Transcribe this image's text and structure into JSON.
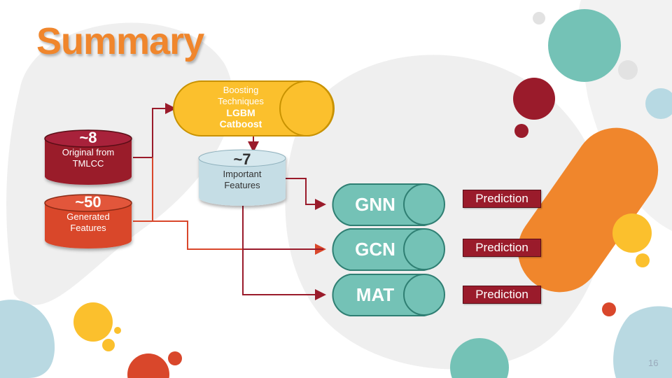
{
  "title": "Summary",
  "page_number": "16",
  "colors": {
    "title_orange": "#F0862C",
    "dark_red": "#9A1B2B",
    "orange_red": "#D9472B",
    "teal": "#74C2B6",
    "yellow": "#FBC02D",
    "light_blue": "#B7D9E3"
  },
  "sources": [
    {
      "count": "~8",
      "label_line1": "Original from",
      "label_line2": "TMLCC"
    },
    {
      "count": "~50",
      "label_line1": "Generated",
      "label_line2": "Features"
    }
  ],
  "boosting": {
    "line1": "Boosting",
    "line2": "Techniques",
    "method1": "LGBM",
    "method2": "Catboost"
  },
  "important": {
    "count": "~7",
    "label_line1": "Important",
    "label_line2": "Features"
  },
  "models": [
    {
      "name": "GNN",
      "output": "Prediction"
    },
    {
      "name": "GCN",
      "output": "Prediction"
    },
    {
      "name": "MAT",
      "output": "Prediction"
    }
  ]
}
